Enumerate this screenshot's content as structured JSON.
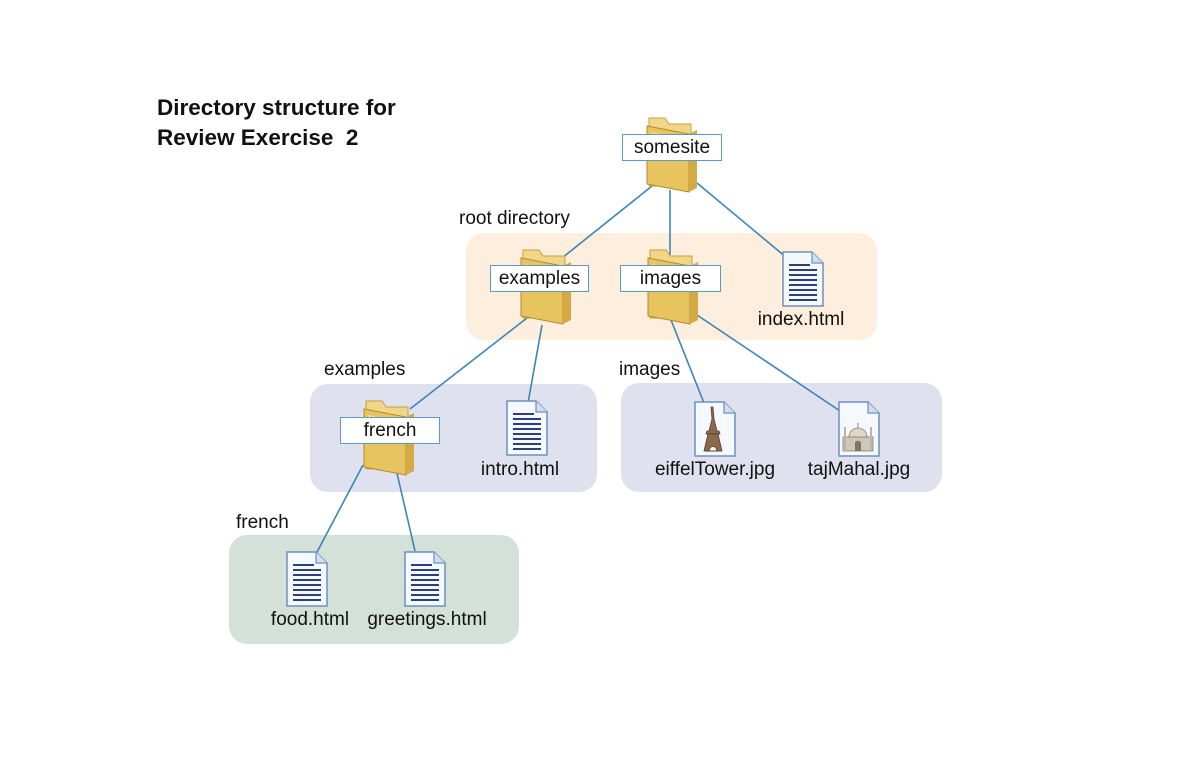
{
  "title": {
    "line1": "Directory structure for",
    "line2": "Review Exercise  2"
  },
  "groups": {
    "root": {
      "label": "root directory",
      "color": "#fdeedd"
    },
    "examples": {
      "label": "examples",
      "color": "#dfe2ee"
    },
    "images": {
      "label": "images",
      "color": "#dfe2ee"
    },
    "french": {
      "label": "french",
      "color": "#d3e1d8"
    }
  },
  "folders": {
    "somesite": "somesite",
    "examples": "examples",
    "images": "images",
    "french": "french"
  },
  "files": {
    "index": {
      "name": "index.html",
      "icon": "html-document-icon"
    },
    "intro": {
      "name": "intro.html",
      "icon": "html-document-icon"
    },
    "eiffel": {
      "name": "eiffelTower.jpg",
      "icon": "eiffel-tower-image-icon"
    },
    "taj": {
      "name": "tajMahal.jpg",
      "icon": "taj-mahal-image-icon"
    },
    "food": {
      "name": "food.html",
      "icon": "html-document-icon"
    },
    "greetings": {
      "name": "greetings.html",
      "icon": "html-document-icon"
    }
  },
  "colors": {
    "connector": "#3a86b8",
    "folder": "#e8c86a",
    "folder_dark": "#b08a2e",
    "label_border": "#5a9ac6"
  }
}
